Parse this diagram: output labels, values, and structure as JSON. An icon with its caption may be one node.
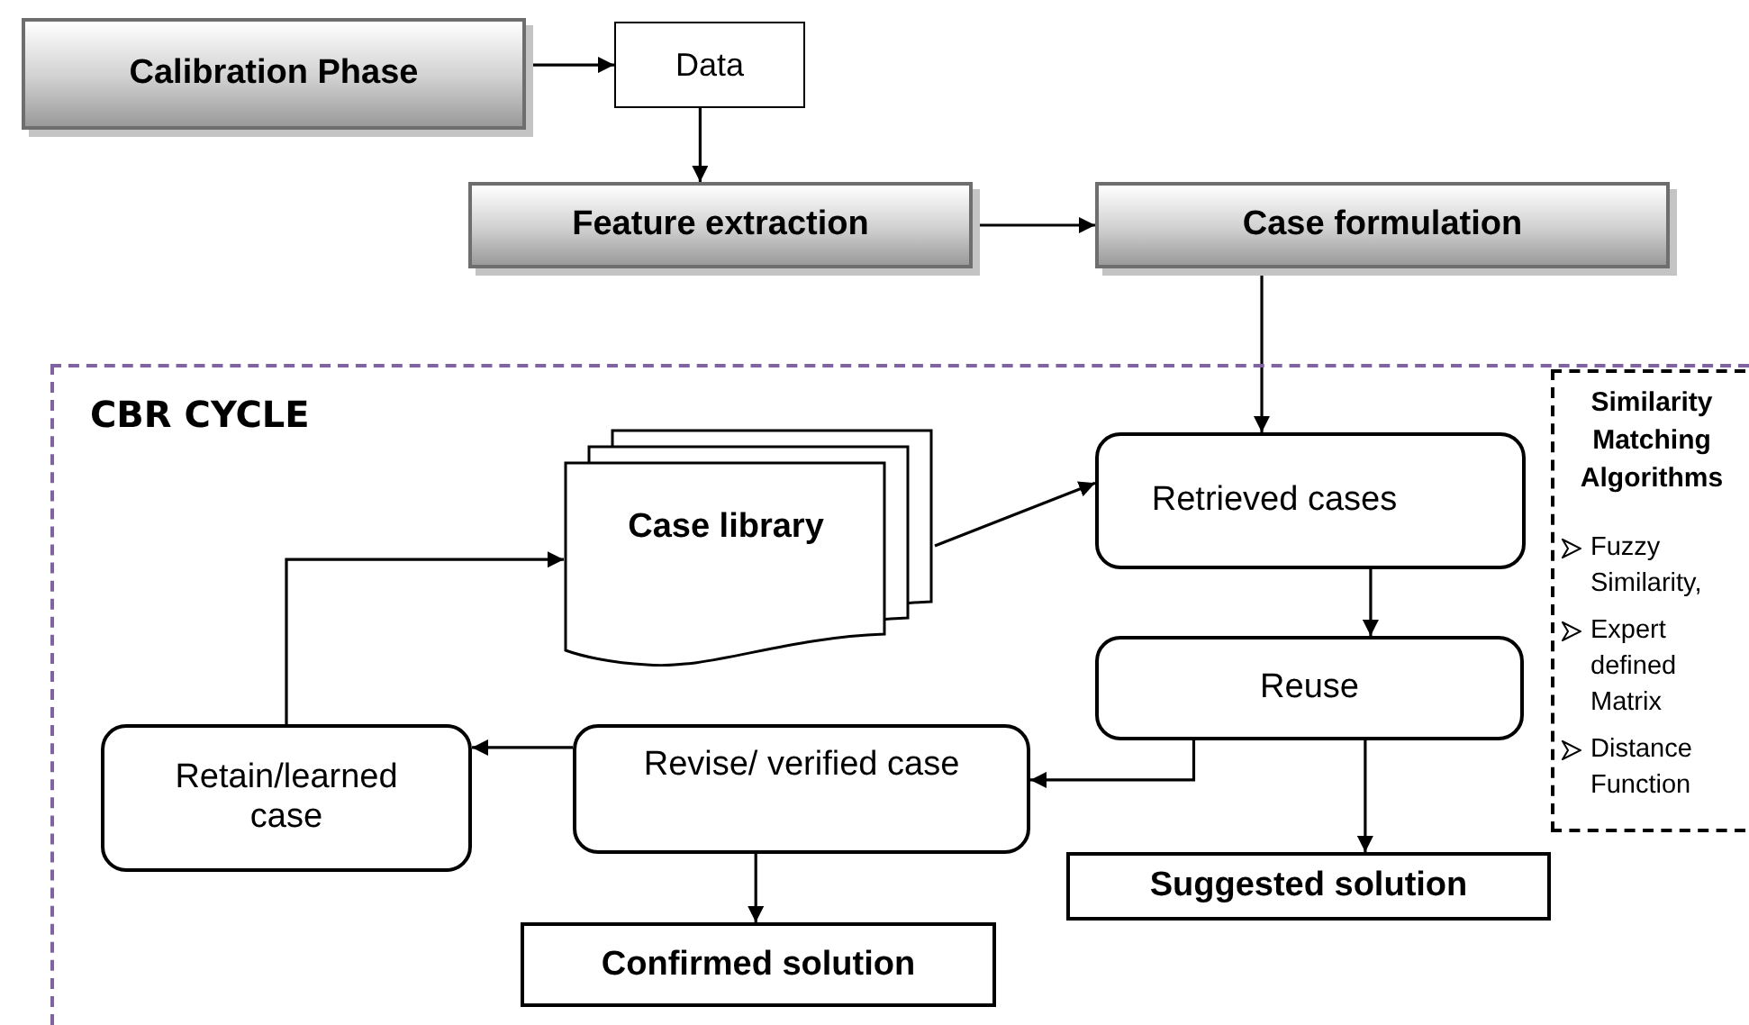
{
  "diagram": {
    "nodes": [
      {
        "text": [
          "Calibration Phase"
        ]
      },
      {
        "text": [
          "Data"
        ]
      },
      {
        "text": [
          "Feature extraction"
        ]
      },
      {
        "text": [
          "Case formulation"
        ]
      },
      {
        "text": [
          "CBR CYCLE"
        ]
      },
      {
        "text": [
          "Case library"
        ],
        "in": 4
      },
      {
        "text": [
          "Retrieved cases"
        ],
        "in": 4
      },
      {
        "text": [
          "Similarity Matching Algorithms",
          "Fuzzy Similarity,",
          "Expert defined Matrix",
          "Distance Function"
        ],
        "in": 4
      },
      {
        "text": [
          "Reuse"
        ],
        "in": 4
      },
      {
        "text": [
          "Revise/ verified case"
        ],
        "in": 4
      },
      {
        "text": [
          "Retain/learned case"
        ],
        "in": 4
      },
      {
        "text": [
          "Suggested solution"
        ],
        "in": 4
      },
      {
        "text": [
          "Confirmed solution"
        ],
        "in": 4
      }
    ],
    "edges": [
      {
        "from": 0,
        "to": 1,
        "arrow": "to"
      },
      {
        "from": 1,
        "to": 2,
        "arrow": "to"
      },
      {
        "from": 2,
        "to": 3,
        "arrow": "to"
      },
      {
        "from": 3,
        "to": 6,
        "arrow": "to"
      },
      {
        "from": 5,
        "to": 6,
        "arrow": "to"
      },
      {
        "from": 6,
        "to": 8,
        "arrow": "to"
      },
      {
        "from": 8,
        "to": 9,
        "arrow": "to"
      },
      {
        "from": 8,
        "to": 11,
        "arrow": "to"
      },
      {
        "from": 9,
        "to": 10,
        "arrow": "to"
      },
      {
        "from": 9,
        "to": 12,
        "arrow": "to"
      },
      {
        "from": 10,
        "to": 5,
        "arrow": "to"
      }
    ]
  }
}
